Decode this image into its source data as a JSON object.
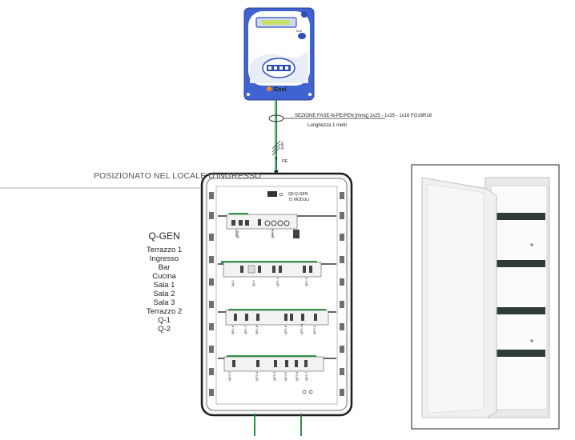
{
  "meter": {
    "brand": "Enel",
    "brand_small": "Enel"
  },
  "cable": {
    "section_label": "SEZIONE FASE-N-PE/PEN [mmq]   1x25 - 1x25 - 1x16  FG16R16",
    "length_label": "Lunghezza 1 metri",
    "pe_label": "PE"
  },
  "location_label": "POSIZIONATO NEL LOCALE D'INGRESSO",
  "panel": {
    "header_line1": "Q0 Q-GEN",
    "header_line2": "72 MODULI",
    "side_title": "Q-GEN",
    "circuits": [
      "Terrazzo 1",
      "Ingresso",
      "Bar",
      "Cucina",
      "Sala 1",
      "Sala 2",
      "Sala 3",
      "Terrazzo 2",
      "Q-1",
      "Q-2"
    ]
  },
  "colors": {
    "green_cable": "#1f7a3a",
    "din_green": "#2f9e44",
    "meter_blue": "#2f57c8",
    "frame_dark": "#1e1e1e"
  }
}
